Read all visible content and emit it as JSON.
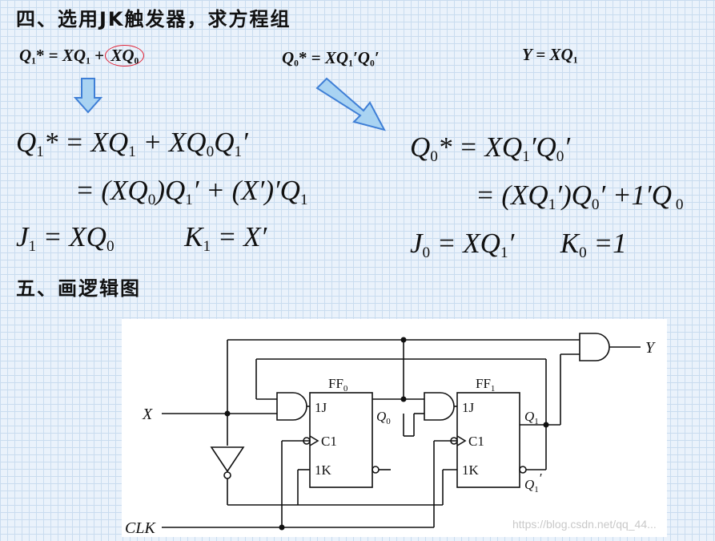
{
  "section4": {
    "title": "四、选用JK触发器，求方程组"
  },
  "equations_small": {
    "q1_star": {
      "lhs": "Q",
      "lhs_sub": "1",
      "star": "*",
      "eq": "= ",
      "t1": "XQ",
      "t1_sub": "1",
      "plus": " + ",
      "t2": "XQ",
      "t2_sub": "0"
    },
    "q0_star": {
      "lhs": "Q",
      "lhs_sub": "0",
      "star": "*",
      "eq": "= ",
      "rhs1": "XQ",
      "rhs1_sub": "1",
      "prime": "′",
      "rhs2": "Q",
      "rhs2_sub": "0",
      "prime2": "′"
    },
    "y_eq": {
      "text": "Y = XQ",
      "sub": "1"
    }
  },
  "equations_big": {
    "left_line1": {
      "a": "Q",
      "a_sub": "1",
      "b": "* = XQ",
      "b_sub": "1",
      "c": " + XQ",
      "c_sub": "0",
      "d": "Q",
      "d_sub": "1",
      "e": "′"
    },
    "left_line2": {
      "a": "= (XQ",
      "a_sub": "0",
      "b": ")Q",
      "b_sub": "1",
      "c": "′ + (X′)′Q",
      "c_sub": "1"
    },
    "left_line3": {
      "a": "J",
      "a_sub": "1",
      "b": " = XQ",
      "b_sub": "0",
      "c": "K",
      "c_sub": "1",
      "d": " = X′"
    },
    "right_line1": {
      "a": "Q",
      "a_sub": "0",
      "b": "* = XQ",
      "b_sub": "1",
      "c": "′Q",
      "c_sub": "0",
      "d": "′"
    },
    "right_line2": {
      "a": "= (XQ",
      "a_sub": "1",
      "b": "′)Q",
      "b_sub": "0",
      "c": "′ +1′Q",
      "c_sub": " 0"
    },
    "right_line3": {
      "a": "J",
      "a_sub": "0",
      "b": " = XQ",
      "b_sub": "1",
      "c": "′",
      "d": "K",
      "d_sub": "0",
      "e": " =1"
    }
  },
  "section5": {
    "title": "五、画逻辑图"
  },
  "circuit": {
    "ff0": {
      "name": "FF",
      "name_sub": "0",
      "j": "1J",
      "c": "C1",
      "k": "1K",
      "q": "Q",
      "q_sub": "0"
    },
    "ff1": {
      "name": "FF",
      "name_sub": "1",
      "j": "1J",
      "c": "C1",
      "k": "1K",
      "q": "Q",
      "q_sub": "1",
      "qn": "Q",
      "qn_sub": "1",
      "qn_prime": "′"
    },
    "input_x": "X",
    "input_clk": "CLK",
    "output_y": "Y"
  },
  "colors": {
    "arrow_fill": "#a9d3f2",
    "arrow_stroke": "#3f7fd6",
    "circle": "#e0263a"
  },
  "watermark": "https://blog.csdn.net/qq_44..."
}
